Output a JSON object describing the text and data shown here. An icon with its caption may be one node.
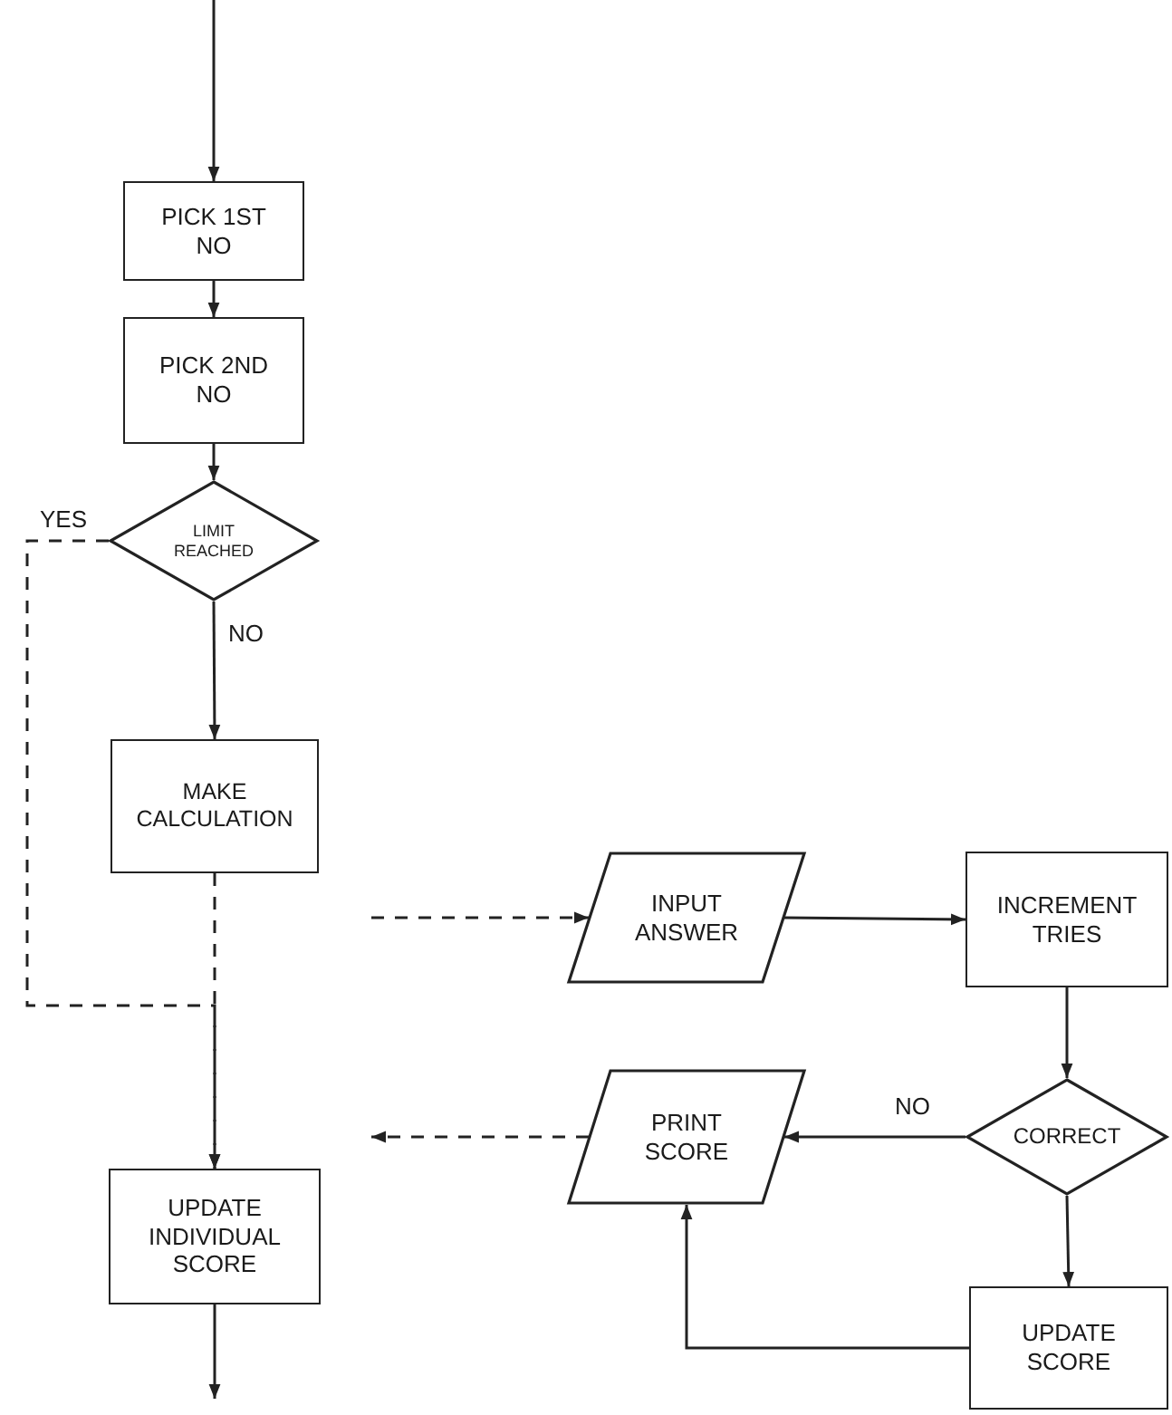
{
  "diagram": {
    "nodes": [
      {
        "text": [
          "PICK 1ST NO"
        ]
      },
      {
        "text": [
          "PICK 2ND NO"
        ]
      },
      {
        "text": [
          "LIMIT REACHED"
        ]
      },
      {
        "text": [
          "MAKE CALCULATION"
        ]
      },
      {
        "text": [
          "UPDATE INDIVIDUAL SCORE"
        ]
      },
      {
        "text": [
          "INPUT ANSWER"
        ]
      },
      {
        "text": [
          "INCREMENT TRIES"
        ]
      },
      {
        "text": [
          "CORRECT"
        ]
      },
      {
        "text": [
          "PRINT SCORE"
        ]
      },
      {
        "text": [
          "UPDATE SCORE"
        ]
      }
    ],
    "edges": [
      {
        "from": null,
        "to": 0,
        "arrow": "to"
      },
      {
        "from": 0,
        "to": 1,
        "arrow": "to"
      },
      {
        "from": 1,
        "to": 2,
        "arrow": "to"
      },
      {
        "from": 2,
        "to": 3,
        "arrow": "to",
        "label": "NO"
      },
      {
        "from": 2,
        "to": 4,
        "arrow": "to",
        "label": "YES",
        "style": "dashed"
      },
      {
        "from": 3,
        "to": 4,
        "arrow": "to",
        "style": "dashed"
      },
      {
        "from": null,
        "to": 5,
        "arrow": "to",
        "style": "dashed"
      },
      {
        "from": 5,
        "to": 6,
        "arrow": "to"
      },
      {
        "from": 6,
        "to": 7,
        "arrow": "to"
      },
      {
        "from": 7,
        "to": 8,
        "arrow": "to",
        "label": "NO"
      },
      {
        "from": 7,
        "to": 9,
        "arrow": "to"
      },
      {
        "from": 9,
        "to": 8,
        "arrow": "to"
      },
      {
        "from": 8,
        "to": null,
        "arrow": "to",
        "style": "dashed"
      },
      {
        "from": 4,
        "to": null,
        "arrow": "to"
      }
    ]
  }
}
